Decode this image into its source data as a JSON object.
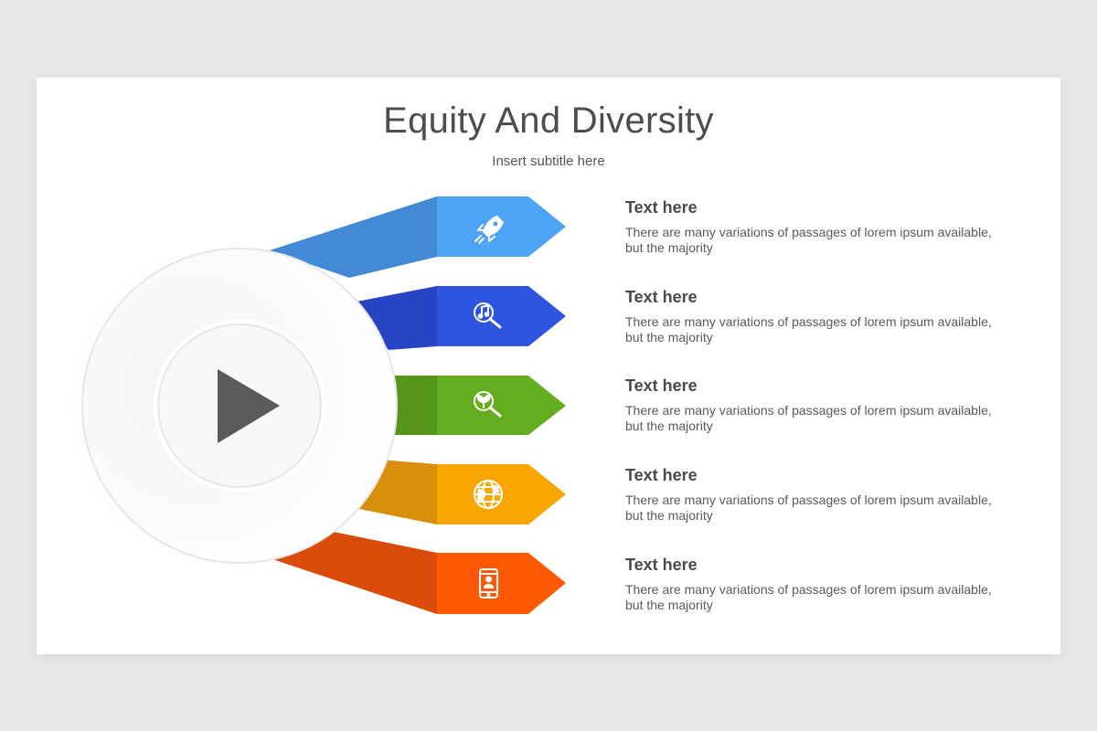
{
  "slide": {
    "title": "Equity And Diversity",
    "subtitle": "Insert subtitle here"
  },
  "items": [
    {
      "heading": "Text here",
      "body": "There are many variations of passages of lorem ipsum available, but the majority",
      "icon": "rocket-icon",
      "color": "#4da3f5",
      "dark_color": "#4489d4"
    },
    {
      "heading": "Text here",
      "body": "There are many variations of passages of lorem ipsum available, but the majority",
      "icon": "music-search-icon",
      "color": "#2e55e0",
      "dark_color": "#2744c4"
    },
    {
      "heading": "Text here",
      "body": "There are many variations of passages of lorem ipsum available, but the majority",
      "icon": "plant-search-icon",
      "color": "#64ad1e",
      "dark_color": "#55961a"
    },
    {
      "heading": "Text here",
      "body": "There are many variations of passages of lorem ipsum available, but the majority",
      "icon": "globe-icon",
      "color": "#f9a602",
      "dark_color": "#d88f0c"
    },
    {
      "heading": "Text here",
      "body": "There are many variations of passages of lorem ipsum available, but the majority",
      "icon": "mobile-user-icon",
      "color": "#fe5a05",
      "dark_color": "#d94b08"
    }
  ],
  "center": {
    "icon": "play-icon"
  }
}
